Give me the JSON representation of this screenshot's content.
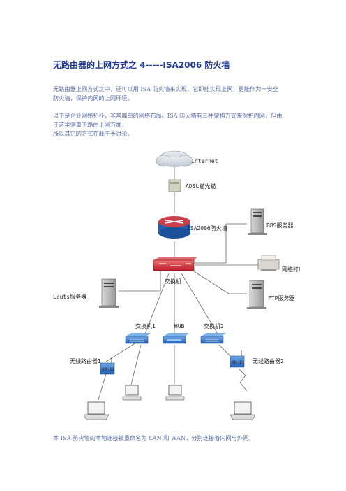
{
  "doc": {
    "title": "无路由器的上网方式之 4-----ISA2006 防火墙",
    "p1": [
      "无路由器上网方式之中，还可以用 ISA 防火墙来实现，它即能实现上网，更能作为一安全",
      "防火墙，保护内网的上网环境。"
    ],
    "p2": [
      "以下是企业网络拓扑，非常简单的网络布局。ISA 防火墙有三种架构方式来保护内网，但由",
      "于这里侧重于路由上网方面，",
      "所以其它的方式在此不予讨论。"
    ],
    "p3": [
      "本 ISA 防火墙的本地连接被重命名为 LAN 和 WAN，分别连接着内网与外网。"
    ]
  },
  "diagram": {
    "internet": "Internet",
    "modem": "ADSL猫光猫",
    "firewall": "ISA2006防火墙",
    "bbs": "BBS服务器",
    "printer": "网络打印机",
    "core_switch": "交换机",
    "lotus": "Louts服务器",
    "ftp": "FTP服务器",
    "switch1": "交换机1",
    "hub": "HUB",
    "switch2": "交换机2",
    "router1": "无线路由器1",
    "router2": "无线路由器2",
    "device_badge": "00-11"
  }
}
